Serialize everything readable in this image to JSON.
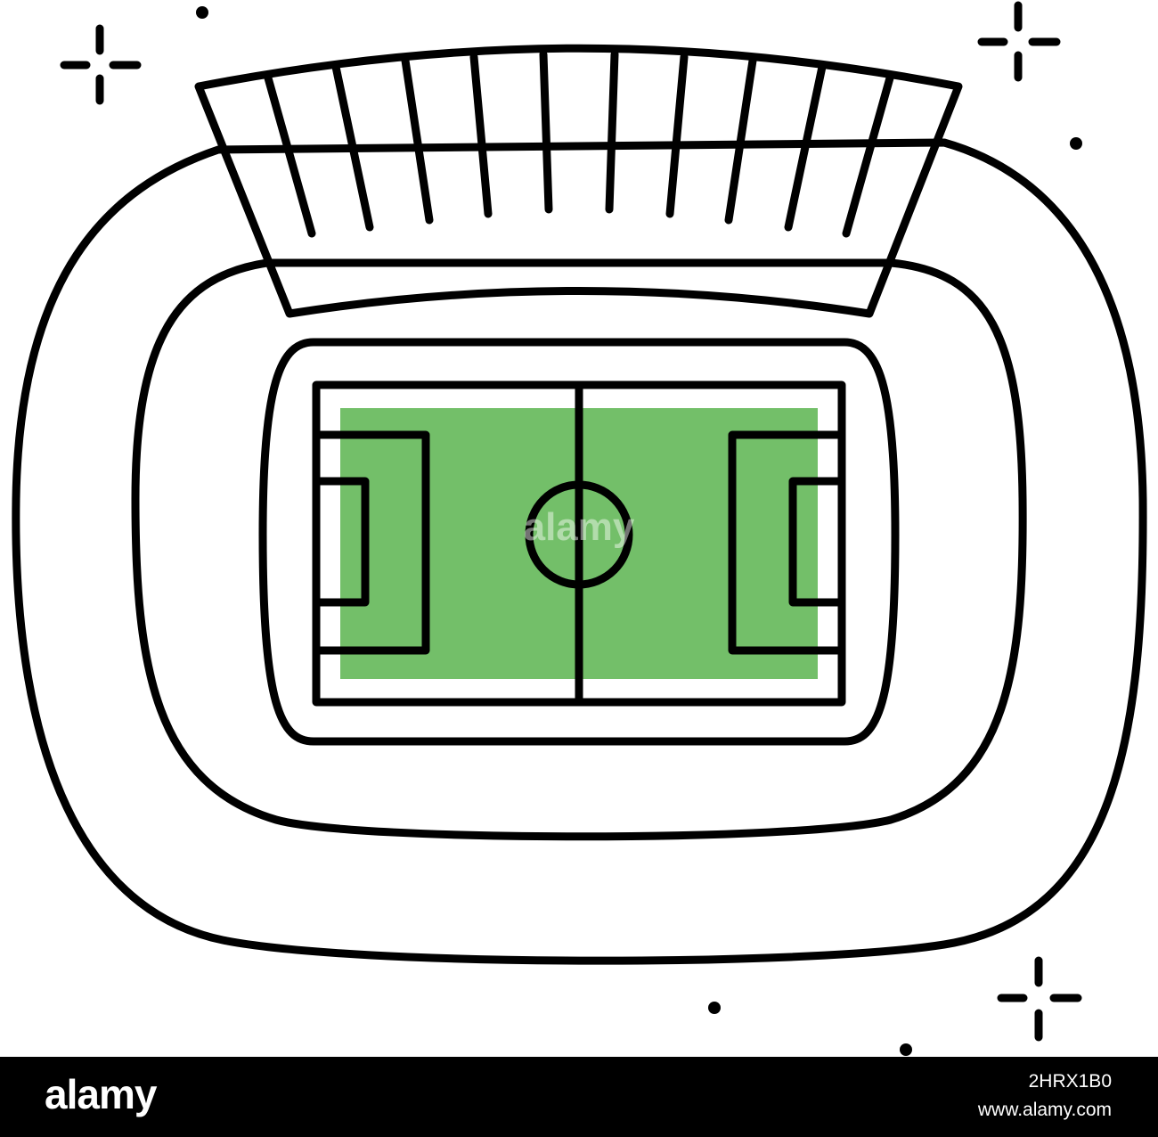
{
  "colors": {
    "pitch_fill": "#73bf69",
    "outline": "#000000",
    "background": "#ffffff",
    "footer_background": "#000000",
    "footer_text": "#ffffff"
  },
  "illustration": {
    "subject": "stadium-icon",
    "elements": [
      "outer-bowl",
      "inner-ring",
      "field-border",
      "pitch",
      "grandstand",
      "sparkle-icon",
      "dot"
    ]
  },
  "watermark": {
    "center_text": "alamy"
  },
  "footer": {
    "logo_text": "alamy",
    "image_id": "2HRX1B0",
    "url": "www.alamy.com"
  }
}
